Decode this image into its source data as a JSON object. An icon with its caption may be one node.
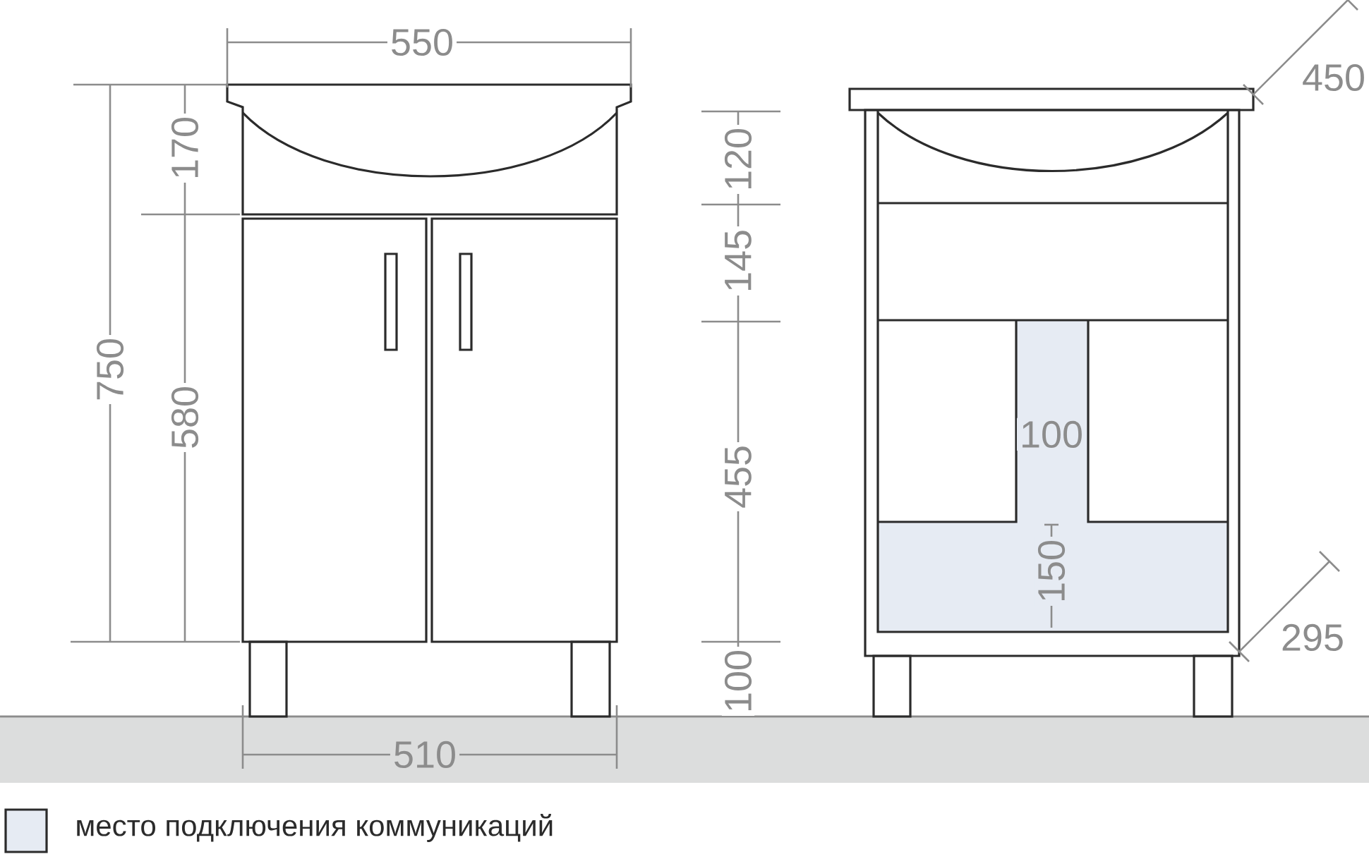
{
  "diagram": {
    "labels": [
      "550",
      "450",
      "170",
      "120",
      "145",
      "750",
      "580",
      "100",
      "455",
      "150",
      "295",
      "100",
      "510"
    ],
    "legend": [
      {
        "text": "место подключения коммуникаций",
        "color": "#e6ebf3"
      }
    ]
  }
}
